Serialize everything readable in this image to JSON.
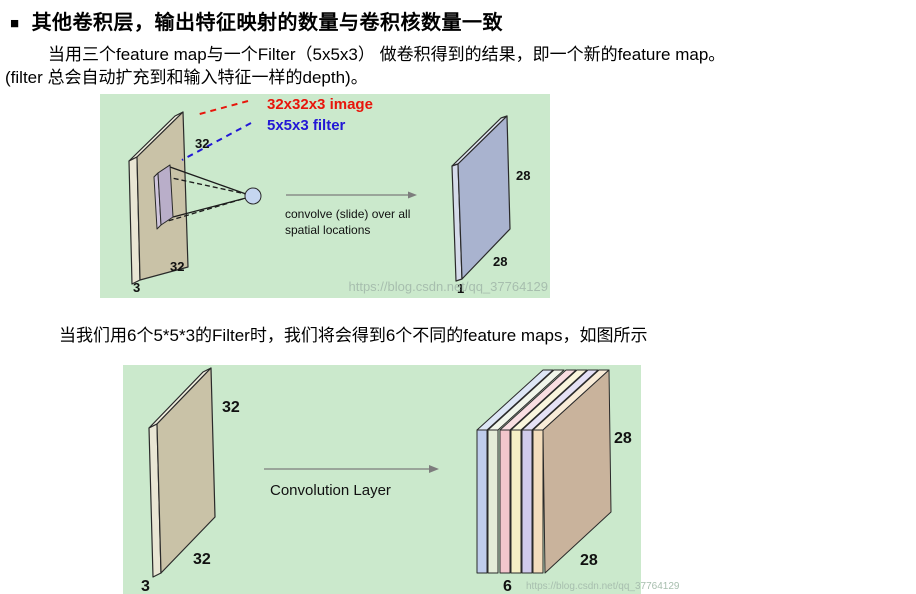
{
  "title": {
    "bullet": "■",
    "text": "其他卷积层，输出特征映射的数量与卷积核数量一致"
  },
  "paragraph": {
    "line1": "当用三个feature map与一个Filter（5x5x3） 做卷积得到的结果，即一个新的feature map。",
    "line2": "(filter 总会自动扩充到和输入特征一样的depth)。"
  },
  "paragraph2": "当我们用6个5*5*3的Filter时，我们将会得到6个不同的feature maps，如图所示",
  "diagram1": {
    "annotation_image": "32x32x3 image",
    "annotation_filter": "5x5x3 filter",
    "caption_line1": "convolve (slide) over all",
    "caption_line2": "spatial locations",
    "labels": {
      "input_top": "32",
      "input_bottom": "32",
      "input_depth": "3",
      "output_side": "28",
      "output_bottom": "28",
      "output_depth": "1"
    },
    "watermark": "https://blog.csdn.net/qq_37764129"
  },
  "diagram2": {
    "arrow_label": "Convolution Layer",
    "labels": {
      "input_top": "32",
      "input_bottom": "32",
      "input_depth": "3",
      "output_side": "28",
      "output_bottom": "28",
      "output_count": "6"
    },
    "watermark": "https://blog.csdn.net/qq_37764129",
    "sheets": [
      {
        "strip": "#bfcdec",
        "top": "#dde6f6"
      },
      {
        "strip": "#e4ecd8",
        "top": "#f1f6ea"
      },
      {
        "strip": "#f2c6cc",
        "top": "#f9dee2"
      },
      {
        "strip": "#f5efc5",
        "top": "#faf6dd"
      },
      {
        "strip": "#d0cbec",
        "top": "#e5e1f6"
      },
      {
        "strip": "#f3ddbc",
        "top": "#f9ecd8"
      }
    ]
  },
  "colors": {
    "figure_bg": "#cbe9cc",
    "red_label": "#e8150b",
    "blue_label": "#2217d6",
    "input_slab_front": "#c9c2a7",
    "input_slab_side": "#e9e6d4",
    "input_slab_top": "#f0eede",
    "filter_front": "#b9aec9",
    "filter_side": "#cfc5dc",
    "filter_top": "#ddd4e8",
    "neuron_fill": "#c5d6f0",
    "output_slab_front": "#a9b3cf",
    "output_slab_side": "#d5dbea",
    "output_slab_top": "#e2e6f2",
    "stack_face": "#c9b39c",
    "watermark": "#a7beae"
  }
}
